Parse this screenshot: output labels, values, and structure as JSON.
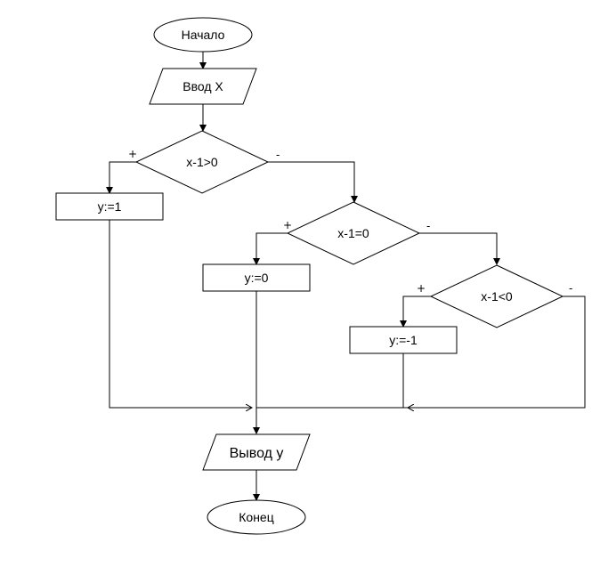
{
  "flowchart": {
    "start": "Начало",
    "input": "Ввод Х",
    "decision1": "x-1>0",
    "assign1": "y:=1",
    "decision2": "x-1=0",
    "assign2": "y:=0",
    "decision3": "x-1<0",
    "assign3": "y:=-1",
    "output": "Вывод у",
    "end": "Конец",
    "yes_sign": "+",
    "no_sign": "-"
  }
}
